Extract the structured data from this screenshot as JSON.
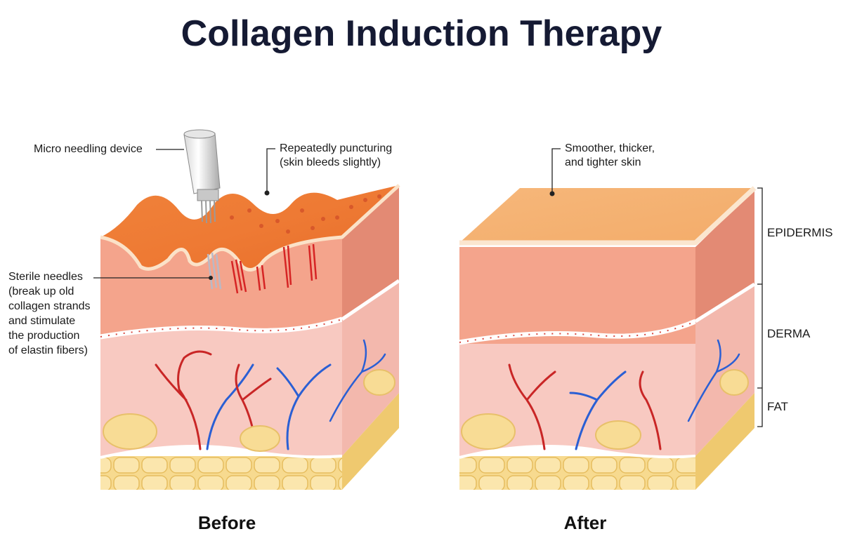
{
  "title": "Collagen Induction Therapy",
  "before": {
    "caption": "Before",
    "device_label": "Micro needling device",
    "puncture_label": "Repeatedly puncturing\n(skin bleeds slightly)",
    "needles_label": "Sterile needles\n(break up old\ncollagen strands\nand stimulate\nthe production\nof elastin fibers)"
  },
  "after": {
    "caption": "After",
    "skin_label": "Smoother, thicker,\nand tighter skin"
  },
  "layers": {
    "epidermis": "EPIDERMIS",
    "derma": "DERMA",
    "fat": "FAT"
  },
  "colors": {
    "epidermis_top": "#f5a864",
    "epidermis": "#f3a08c",
    "derma": "#f8c8c0",
    "fat": "#f6d98a",
    "artery": "#d42a2a",
    "vein": "#2a5fd4",
    "title": "#151a33"
  }
}
